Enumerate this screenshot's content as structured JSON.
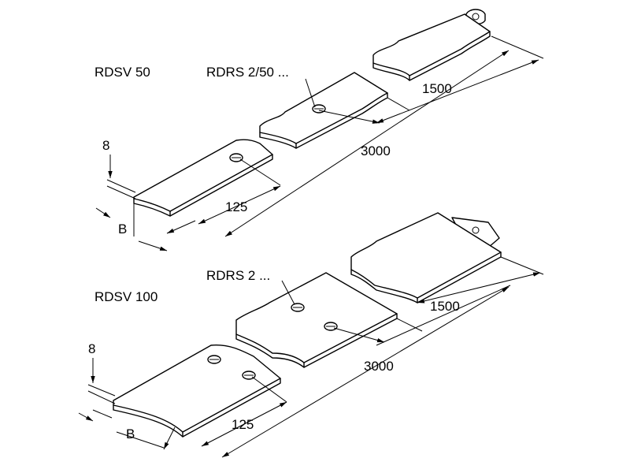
{
  "top": {
    "product_label": "RDSV 50",
    "screw_label": "RDRS 2/50 ...",
    "dim_thickness": "8",
    "dim_width": "B",
    "dim_screw_spacing": "125",
    "dim_short_length": "1500",
    "dim_long_length": "3000"
  },
  "bottom": {
    "product_label": "RDSV 100",
    "screw_label": "RDRS 2 ...",
    "dim_thickness": "8",
    "dim_width": "B",
    "dim_screw_spacing": "125",
    "dim_short_length": "1500",
    "dim_long_length": "3000"
  }
}
